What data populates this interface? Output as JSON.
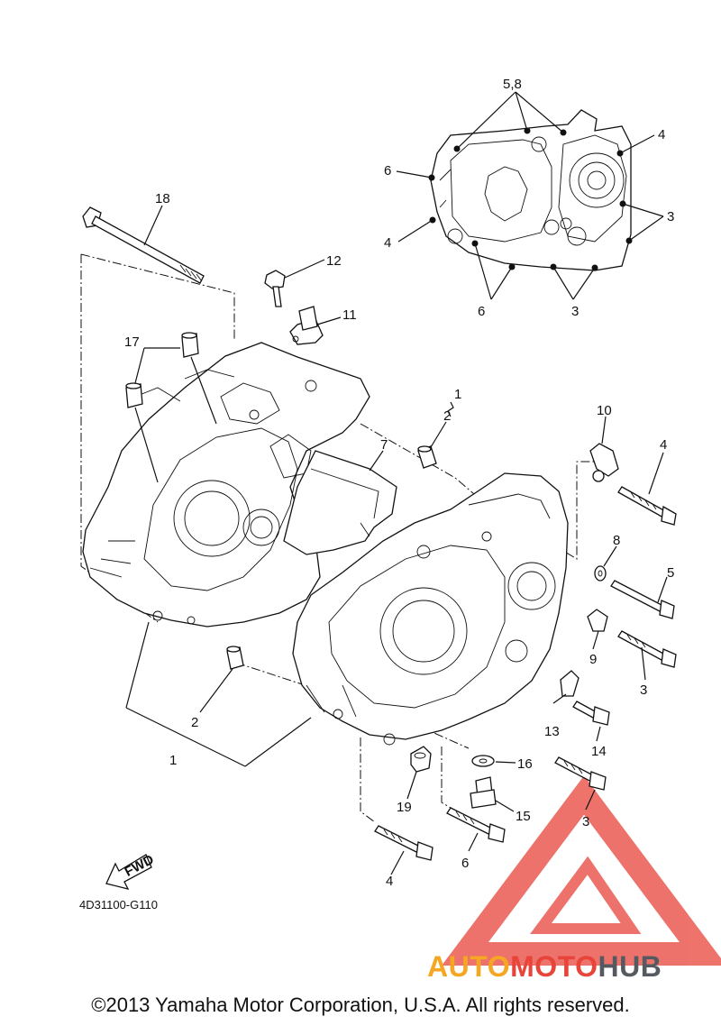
{
  "diagram": {
    "part_code": "4D31100-G110",
    "fwd_label": "FWD",
    "copyright": "©2013 Yamaha Motor Corporation, U.S.A. All rights reserved.",
    "watermark": {
      "auto": "AUTO",
      "moto": "MOTO",
      "hub": "HUB",
      "color_red": "#e8443a",
      "color_orange": "#f5a623",
      "color_gray": "#555a60"
    },
    "callouts": {
      "c58": "5,8",
      "c4_top": "4",
      "c6_top": "6",
      "c3_top": "3",
      "c4_left": "4",
      "c6_bottom": "6",
      "c3_bottom": "3",
      "c18": "18",
      "c12": "12",
      "c11": "11",
      "c17": "17",
      "c1_a": "1",
      "c2_a": "2",
      "c7": "7",
      "c10": "10",
      "c4_right": "4",
      "c8": "8",
      "c5": "5",
      "c9": "9",
      "c3_right": "3",
      "c13": "13",
      "c14": "14",
      "c2_b": "2",
      "c1_b": "1",
      "c16": "16",
      "c19": "19",
      "c15": "15",
      "c3_low": "3",
      "c6_low": "6",
      "c4_low": "4"
    }
  }
}
